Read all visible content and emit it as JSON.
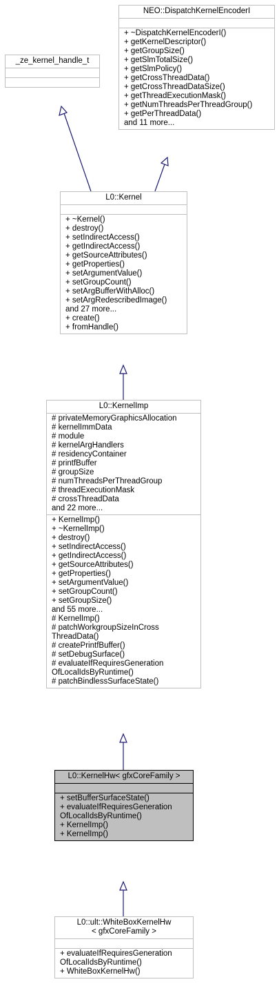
{
  "classes": {
    "ze_kernel": {
      "title": "_ze_kernel_handle_t",
      "attributes": [],
      "methods": []
    },
    "dispatch": {
      "title": "NEO::DispatchKernelEncoderI",
      "attributes": [],
      "methods": [
        "+ ~DispatchKernelEncoderI()",
        "+ getKernelDescriptor()",
        "+ getGroupSize()",
        "+ getSlmTotalSize()",
        "+ getSlmPolicy()",
        "+ getCrossThreadData()",
        "+ getCrossThreadDataSize()",
        "+ getThreadExecutionMask()",
        "+ getNumThreadsPerThreadGroup()",
        "+ getPerThreadData()",
        "and 11 more..."
      ]
    },
    "kernel": {
      "title": "L0::Kernel",
      "attributes": [],
      "methods": [
        "+ ~Kernel()",
        "+ destroy()",
        "+ setIndirectAccess()",
        "+ getIndirectAccess()",
        "+ getSourceAttributes()",
        "+ getProperties()",
        "+ setArgumentValue()",
        "+ setGroupCount()",
        "+ setArgBufferWithAlloc()",
        "+ setArgRedescribedImage()",
        "and 27 more...",
        "+ create()",
        "+ fromHandle()"
      ]
    },
    "kernelimp": {
      "title": "L0::KernelImp",
      "attributes": [
        "# privateMemoryGraphicsAllocation",
        "# kernelImmData",
        "# module",
        "# kernelArgHandlers",
        "# residencyContainer",
        "# printfBuffer",
        "# groupSize",
        "# numThreadsPerThreadGroup",
        "# threadExecutionMask",
        "# crossThreadData",
        "and 22 more..."
      ],
      "methods": [
        "+ KernelImp()",
        "+ ~KernelImp()",
        "+ destroy()",
        "+ setIndirectAccess()",
        "+ getIndirectAccess()",
        "+ getSourceAttributes()",
        "+ getProperties()",
        "+ setArgumentValue()",
        "+ setGroupCount()",
        "+ setGroupSize()",
        "and 55 more...",
        "# KernelImp()",
        "# patchWorkgroupSizeInCross",
        "ThreadData()",
        "# createPrintfBuffer()",
        "# setDebugSurface()",
        "# evaluateIfRequiresGeneration",
        "OfLocalIdsByRuntime()",
        "# patchBindlessSurfaceState()"
      ]
    },
    "kernelhw": {
      "title": "L0::KernelHw< gfxCoreFamily >",
      "attributes": [],
      "methods": [
        "+ setBufferSurfaceState()",
        "+ evaluateIfRequiresGeneration",
        "OfLocalIdsByRuntime()",
        "+ KernelImp()",
        "+ KernelImp()"
      ]
    },
    "whitebox": {
      "title": "L0::ult::WhiteBoxKernelHw\n< gfxCoreFamily >",
      "attributes": [],
      "methods": [
        "+ evaluateIfRequiresGeneration",
        "OfLocalIdsByRuntime()",
        "+ WhiteBoxKernelHw()"
      ]
    }
  },
  "colors": {
    "edge": "#191970",
    "box_border": "#bfbfbf",
    "current_fill": "#bfbfbf",
    "current_border": "#000000"
  }
}
